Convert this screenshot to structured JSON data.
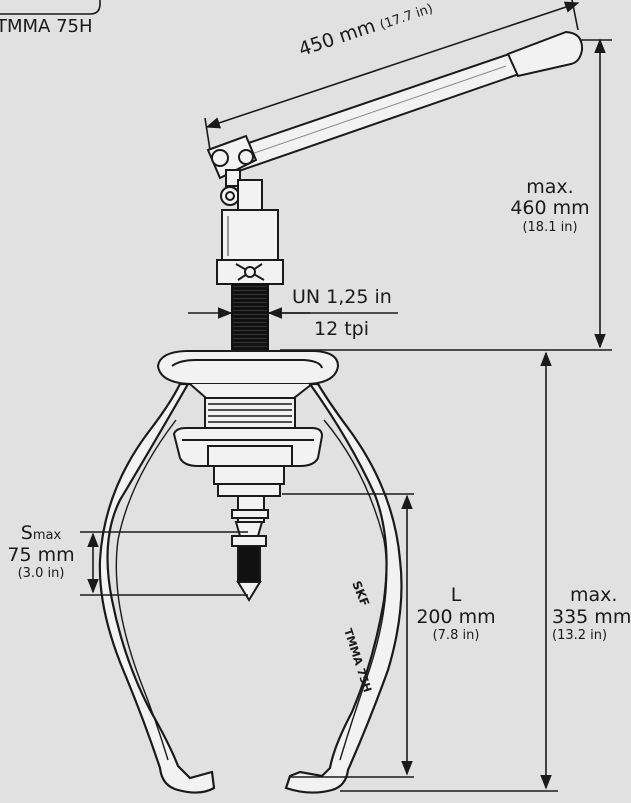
{
  "model_top": "TMMA 75H",
  "handle_length": {
    "value": "450 mm",
    "inch": "(17.7 in)"
  },
  "max_height_top": {
    "prefix": "max.",
    "value": "460 mm",
    "inch": "(18.1 in)"
  },
  "thread": {
    "line1": "UN 1,25 in",
    "line2": "12 tpi"
  },
  "stroke": {
    "label": "S",
    "sub": "max",
    "value": "75 mm",
    "inch": "(3.0 in)"
  },
  "reach": {
    "label": "L",
    "value": "200 mm",
    "inch": "(7.8 in)"
  },
  "max_height_bottom": {
    "prefix": "max.",
    "value": "335 mm",
    "inch": "(13.2 in)"
  },
  "arm_text": {
    "brand": "SKF",
    "model": "TMMA 75H"
  },
  "colors": {
    "background": "#e1e1e1",
    "line": "#1a1a1a",
    "tool_fill": "#f2f2f2",
    "thread_fill": "#111111"
  }
}
